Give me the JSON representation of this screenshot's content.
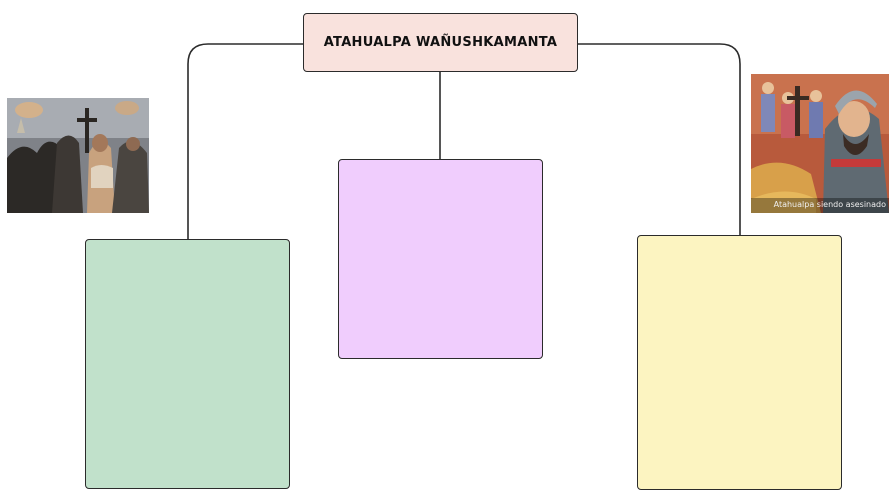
{
  "title": "ATAHUALPA WAÑUSHKAMANTA",
  "images": {
    "left": {
      "subject": "painting of Atahualpa execution scene"
    },
    "right": {
      "caption": "Atahualpa siendo asesinado"
    }
  },
  "colors": {
    "title_fill": "#f9e2dd",
    "card_green": "#c1e1cb",
    "card_purple": "#f0cdfd",
    "card_yellow": "#fcf4c1",
    "outline": "#2b2b2b"
  }
}
